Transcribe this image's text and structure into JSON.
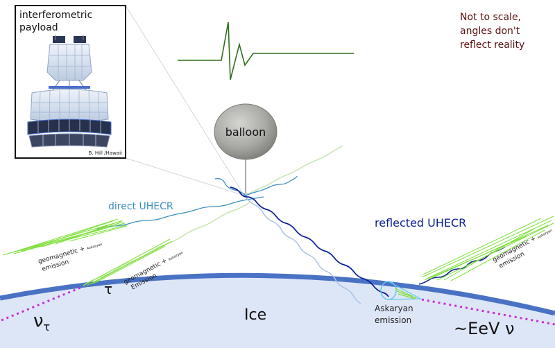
{
  "diagram": {
    "inset": {
      "title_line1": "interferometric",
      "title_line2": "payload",
      "credit": "B. Hill /Hawaii"
    },
    "note": {
      "line1": "Not to scale,",
      "line2": "angles don't",
      "line3": "reflect reality"
    },
    "balloon_label": "balloon",
    "direct_label": "direct UHECR",
    "reflected_label": "reflected UHECR",
    "ice_label": "Ice",
    "nu_tau_label": "ν",
    "nu_tau_sub": "τ",
    "tau_label": "τ",
    "eev_label": "~EeV ν",
    "askaryan": {
      "line1": "Askaryan",
      "line2": "emission"
    },
    "emission_left": {
      "line1": "geomagnetic",
      "plus": "+",
      "small": "Askaryan",
      "line2": "emission"
    },
    "emission_tau": {
      "line1": "geomagnetic",
      "plus": "+",
      "small": "Askaryan",
      "line2": "Emission"
    },
    "emission_right": {
      "line1": "geomagnetic",
      "plus": "+",
      "small": "Askaryan",
      "line2": "emission"
    },
    "colors": {
      "ice_fill": "#dde6f7",
      "ice_surface": "#4a72c4",
      "direct": "#3a8fc0",
      "reflected": "#0a1f96",
      "reflected_light": "#a9c3e6",
      "emission_green": "#7ee03a",
      "light_green": "#c6e6b0",
      "neutrino": "#c52fd6",
      "pulse": "#2f6f1a",
      "note_text": "#5a1010",
      "balloon": "#9a9a96",
      "askaryan_cone": "#66c4ee"
    }
  }
}
